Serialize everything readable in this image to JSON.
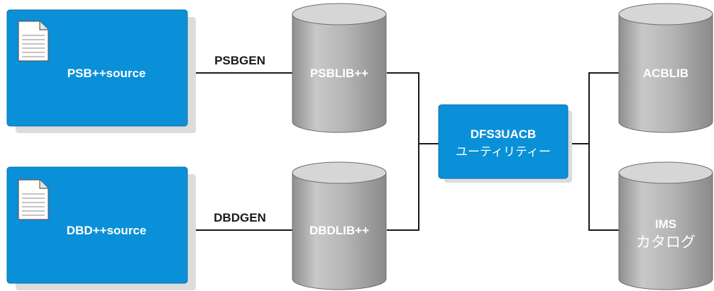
{
  "sources": [
    {
      "label": "PSB++source",
      "icon": "document-icon"
    },
    {
      "label": "DBD++source",
      "icon": "document-icon"
    }
  ],
  "gen_labels": [
    "PSBGEN",
    "DBDGEN"
  ],
  "libraries": [
    "PSBLIB++",
    "DBDLIB++"
  ],
  "utility": {
    "line1": "DFS3UACB",
    "line2": "ユーティリティー"
  },
  "outputs": {
    "acblib": "ACBLIB",
    "catalog_line1": "IMS",
    "catalog_line2": "カタログ"
  },
  "colors": {
    "box_blue": "#0a90d8",
    "box_shadow": "#dcdcdc",
    "cylinder": "#b4b4b4",
    "line": "#1a1a1a",
    "text_white": "#ffffff",
    "text_dark": "#1a1a1a"
  }
}
